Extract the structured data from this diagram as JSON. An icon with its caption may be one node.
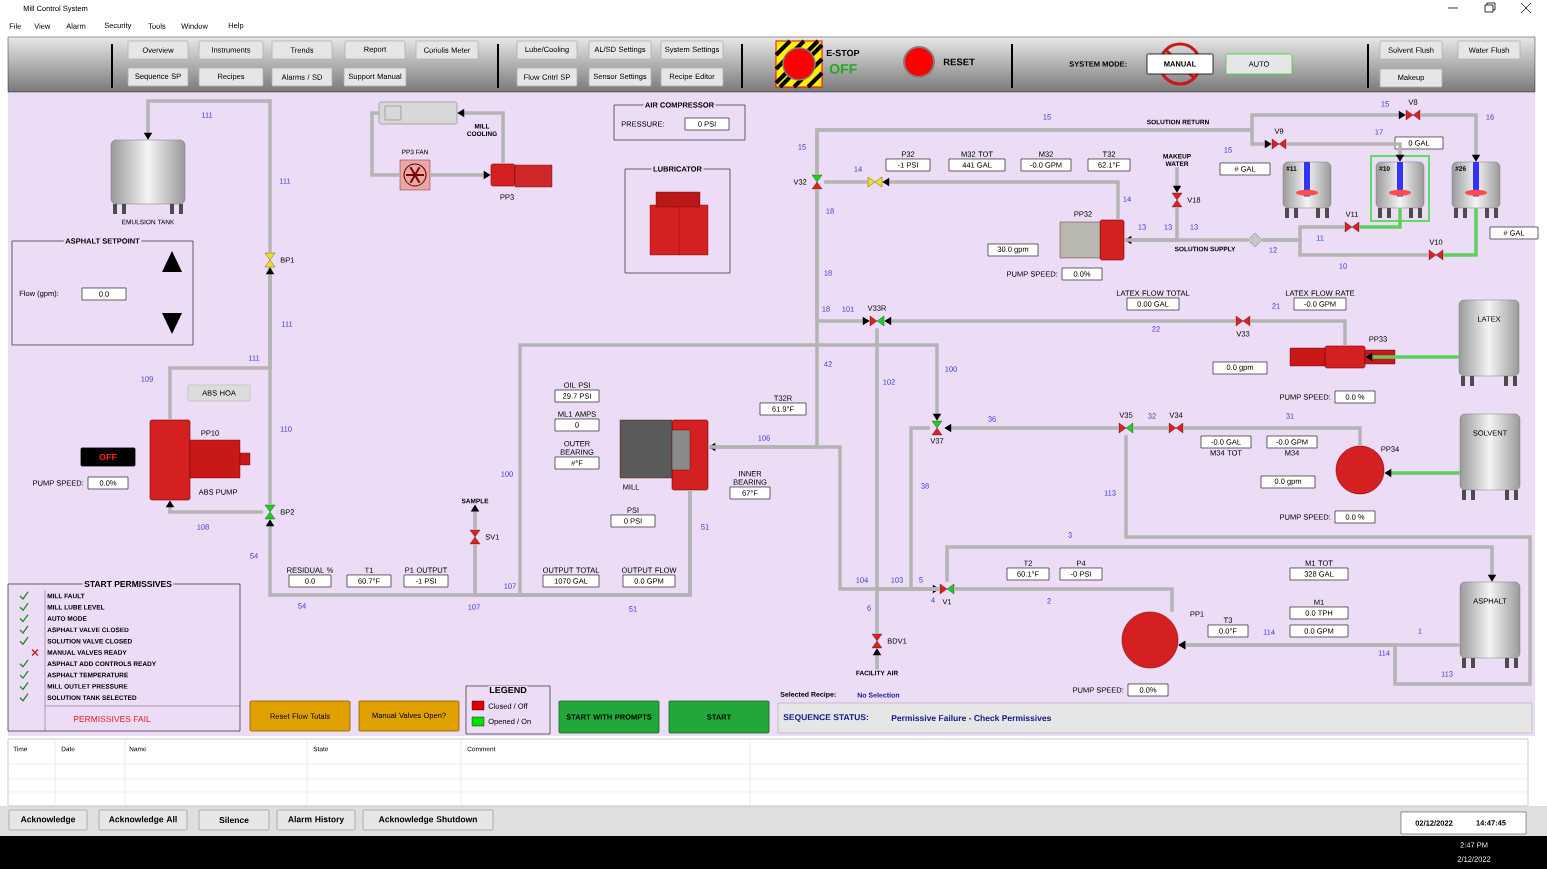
{
  "diagram": {
    "title": "Mill Control System",
    "nodes": [
      {
        "text": [
          "Overview"
        ]
      },
      {
        "text": [
          "Instruments"
        ]
      },
      {
        "text": [
          "Trends"
        ]
      },
      {
        "text": [
          "Report"
        ]
      },
      {
        "text": [
          "Coriolis Meter"
        ]
      },
      {
        "text": [
          "Sequence SP"
        ]
      },
      {
        "text": [
          "Recipes"
        ]
      },
      {
        "text": [
          "Alarms / SD"
        ]
      },
      {
        "text": [
          "Support Manual"
        ]
      },
      {
        "text": [
          "Lube/Cooling"
        ]
      },
      {
        "text": [
          "AL/SD Settings"
        ]
      },
      {
        "text": [
          "System Settings"
        ]
      },
      {
        "text": [
          "Flow Cntrl SP"
        ]
      },
      {
        "text": [
          "Sensor Settings"
        ]
      },
      {
        "text": [
          "Recipe Editor"
        ]
      },
      {
        "text": [
          "MANUAL"
        ]
      },
      {
        "text": [
          "AUTO"
        ]
      },
      {
        "text": [
          "Solvent Flush"
        ]
      },
      {
        "text": [
          "Water Flush"
        ]
      },
      {
        "text": [
          "Makeup"
        ]
      },
      {
        "text": [
          "AIR COMPRESSOR",
          "PRESSURE:"
        ]
      },
      {
        "text": [
          "0 PSI"
        ],
        "in": 20
      },
      {
        "text": [
          "LUBRICATOR"
        ]
      },
      {
        "text": [
          "ASPHALT SETPOINT",
          "Flow (gpm):"
        ]
      },
      {
        "text": [
          "0.0"
        ],
        "in": 23
      },
      {
        "text": [
          "START PERMISSIVES",
          "MILL FAULT",
          "MILL LUBE LEVEL",
          "AUTO MODE",
          "ASPHALT VALVE CLOSED",
          "SOLUTION VALVE CLOSED",
          "MANUAL VALVES READY",
          "ASPHALT ADD CONTROLS READY",
          "ASPHALT TEMPERATURE",
          "MILL OUTLET PRESSURE",
          "SOLUTION TANK SELECTED",
          "PERMISSIVES FAIL"
        ]
      },
      {
        "text": [
          "Reset Flow Totals"
        ]
      },
      {
        "text": [
          "Manual Valves Open?"
        ]
      },
      {
        "text": [
          "START WITH PROMPTS"
        ]
      },
      {
        "text": [
          "START"
        ]
      },
      {
        "text": [
          "SEQUENCE STATUS:",
          "Permissive Failure - Check Permissives"
        ]
      },
      {
        "text": [
          "Acknowledge"
        ]
      },
      {
        "text": [
          "Acknowledge All"
        ]
      },
      {
        "text": [
          "Silence"
        ]
      },
      {
        "text": [
          "Alarm History"
        ]
      },
      {
        "text": [
          "Acknowledge Shutdown"
        ]
      },
      {
        "text": [
          "02/12/2022",
          "14:47:45"
        ]
      },
      {
        "text": [
          "EMULSION TANK"
        ]
      },
      {
        "text": [
          "BP1"
        ]
      },
      {
        "text": [
          "PP10",
          "ABS PUMP"
        ]
      },
      {
        "text": [
          "OFF"
        ]
      },
      {
        "text": [
          "ABS HOA"
        ]
      },
      {
        "text": [
          "PUMP SPEED:",
          "0.0%"
        ]
      },
      {
        "text": [
          "BP2"
        ]
      },
      {
        "text": [
          "SV1"
        ]
      },
      {
        "text": [
          "SAMPLE"
        ]
      },
      {
        "text": [
          "RESIDUAL %",
          "0.0"
        ]
      },
      {
        "text": [
          "T1",
          "60.7°F"
        ]
      },
      {
        "text": [
          "P1 OUTPUT",
          "-1 PSI"
        ]
      },
      {
        "text": [
          "OUTPUT TOTAL",
          "1070 GAL"
        ]
      },
      {
        "text": [
          "OUTPUT FLOW",
          "0.0 GPM"
        ]
      },
      {
        "text": [
          "MILL"
        ]
      },
      {
        "text": [
          "OIL PSI",
          "29.7 PSI"
        ]
      },
      {
        "text": [
          "ML1 AMPS",
          "0"
        ]
      },
      {
        "text": [
          "OUTER BEARING",
          "#°F"
        ]
      },
      {
        "text": [
          "PSI",
          "0 PSI"
        ]
      },
      {
        "text": [
          "INNER BEARING",
          "67°F"
        ]
      },
      {
        "text": [
          "T32R",
          "61.9°F"
        ]
      },
      {
        "text": [
          "PP3 FAN"
        ]
      },
      {
        "text": [
          "MILL COOLING"
        ]
      },
      {
        "text": [
          "PP3"
        ]
      },
      {
        "text": [
          "V32"
        ]
      },
      {
        "text": [],
        "shape": "valve"
      },
      {
        "text": [
          "P32",
          "-1 PSI"
        ]
      },
      {
        "text": [
          "M32 TOT",
          "441 GAL"
        ]
      },
      {
        "text": [
          "M32",
          "-0.0 GPM"
        ]
      },
      {
        "text": [
          "T32",
          "62.1°F"
        ]
      },
      {
        "text": [
          "PP32"
        ]
      },
      {
        "text": [
          "30.0 gpm"
        ]
      },
      {
        "text": [
          "PUMP SPEED:",
          "0.0%"
        ]
      },
      {
        "text": [
          "MAKEUP WATER"
        ]
      },
      {
        "text": [
          "V18"
        ]
      },
      {
        "text": [],
        "shape": "strainer"
      },
      {
        "text": [
          "V11"
        ]
      },
      {
        "text": [
          "V10"
        ]
      },
      {
        "text": [
          "V9"
        ]
      },
      {
        "text": [
          "V8"
        ]
      },
      {
        "text": [
          "#11"
        ]
      },
      {
        "text": [
          "#10"
        ]
      },
      {
        "text": [
          "#26"
        ]
      },
      {
        "text": [
          "# GAL"
        ]
      },
      {
        "text": [
          "0 GAL"
        ]
      },
      {
        "text": [
          "# GAL"
        ]
      },
      {
        "text": [
          "V33R"
        ]
      },
      {
        "text": [
          "LATEX FLOW TOTAL",
          "0.00 GAL"
        ]
      },
      {
        "text": [
          "V33"
        ]
      },
      {
        "text": [
          "LATEX FLOW RATE",
          "-0.0 GPM"
        ]
      },
      {
        "text": [
          "PP33"
        ]
      },
      {
        "text": [
          "0.0 gpm"
        ]
      },
      {
        "text": [
          "PUMP SPEED:",
          "0.0 %"
        ]
      },
      {
        "text": [
          "LATEX"
        ]
      },
      {
        "text": [
          "V37"
        ]
      },
      {
        "text": [
          "V35"
        ]
      },
      {
        "text": [
          "V34"
        ]
      },
      {
        "text": [
          "-0.0 GAL",
          "M34 TOT"
        ]
      },
      {
        "text": [
          "-0.0 GPM",
          "M34"
        ]
      },
      {
        "text": [
          "PP34"
        ]
      },
      {
        "text": [
          "0.0 gpm"
        ]
      },
      {
        "text": [
          "PUMP SPEED:",
          "0.0 %"
        ]
      },
      {
        "text": [
          "SOLVENT"
        ]
      },
      {
        "text": [
          "V1"
        ]
      },
      {
        "text": [
          "T2",
          "60.1°F"
        ]
      },
      {
        "text": [
          "P4",
          "-0 PSI"
        ]
      },
      {
        "text": [
          "PP1"
        ]
      },
      {
        "text": [
          "T3",
          "0.0°F"
        ]
      },
      {
        "text": [
          "M1 TOT",
          "328 GAL"
        ]
      },
      {
        "text": [
          "M1",
          "0.0 TPH"
        ]
      },
      {
        "text": [
          "0.0 GPM"
        ]
      },
      {
        "text": [
          "PUMP SPEED:",
          "0.0%"
        ]
      },
      {
        "text": [
          "ASPHALT"
        ]
      },
      {
        "text": [
          "BDV1"
        ]
      },
      {
        "text": [
          "FACILITY AIR"
        ]
      }
    ],
    "edges": [
      {
        "from": 38,
        "to": 37,
        "arrow": "to"
      },
      {
        "from": 43,
        "to": 38,
        "arrow": "none"
      },
      {
        "from": 39,
        "to": 38,
        "arrow": "to"
      },
      {
        "from": 43,
        "to": 39,
        "arrow": "to"
      },
      {
        "from": 51,
        "to": 43,
        "arrow": "to"
      },
      {
        "from": 51,
        "to": 44,
        "arrow": "none"
      },
      {
        "from": 44,
        "to": 45,
        "arrow": "to"
      },
      {
        "from": 60,
        "to": 59,
        "arrow": "to"
      },
      {
        "from": 59,
        "to": 58,
        "arrow": "none"
      },
      {
        "from": 58,
        "to": 60,
        "arrow": "to"
      },
      {
        "from": 51,
        "to": 91,
        "arrow": "to"
      },
      {
        "from": 92,
        "to": 91,
        "arrow": "to"
      },
      {
        "from": 91,
        "to": 100,
        "arrow": "to"
      },
      {
        "from": 93,
        "to": 92,
        "arrow": "none"
      },
      {
        "from": 96,
        "to": 93,
        "arrow": "none"
      },
      {
        "from": 99,
        "to": 96,
        "arrow": "to",
        "color": "#5ccf5c"
      },
      {
        "from": 92,
        "to": 103,
        "arrow": "to"
      },
      {
        "from": 109,
        "to": 103,
        "arrow": "to"
      },
      {
        "from": 103,
        "to": 100,
        "arrow": "none"
      },
      {
        "from": 100,
        "to": 109,
        "arrow": "to"
      },
      {
        "from": 111,
        "to": 110,
        "arrow": "to"
      },
      {
        "from": 110,
        "to": 100,
        "arrow": "none"
      },
      {
        "from": 83,
        "to": 100,
        "arrow": "none"
      },
      {
        "from": 100,
        "to": 51,
        "arrow": "to"
      },
      {
        "from": 85,
        "to": 83,
        "arrow": "to"
      },
      {
        "from": 87,
        "to": 85,
        "arrow": "none"
      },
      {
        "from": 90,
        "to": 87,
        "arrow": "to",
        "color": "#5ccf5c"
      },
      {
        "from": 61,
        "to": 83,
        "arrow": "to"
      },
      {
        "from": 67,
        "to": 62,
        "arrow": "to"
      },
      {
        "from": 62,
        "to": 61,
        "arrow": "none"
      },
      {
        "from": 61,
        "to": 76,
        "arrow": "to",
        "label": "SOLUTION RETURN"
      },
      {
        "from": 61,
        "to": 75,
        "arrow": "to"
      },
      {
        "from": 76,
        "to": 79,
        "arrow": "to"
      },
      {
        "from": 75,
        "to": 78,
        "arrow": "to"
      },
      {
        "from": 78,
        "to": 73,
        "arrow": "none",
        "color": "#5ccf5c"
      },
      {
        "from": 79,
        "to": 74,
        "arrow": "none",
        "color": "#5ccf5c"
      },
      {
        "from": 73,
        "to": 72,
        "arrow": "none"
      },
      {
        "from": 74,
        "to": 72,
        "arrow": "none"
      },
      {
        "from": 72,
        "to": 67,
        "arrow": "to",
        "label": "SOLUTION SUPPLY"
      },
      {
        "from": 70,
        "to": 71,
        "arrow": "to"
      },
      {
        "from": 71,
        "to": 67,
        "arrow": "none"
      },
      {
        "from": 61,
        "to": 51,
        "arrow": "none"
      }
    ],
    "labels": [
      "File",
      "View",
      "Alarm",
      "Security",
      "Tools",
      "Window",
      "Help",
      "E-STOP",
      "OFF",
      "RESET",
      "SYSTEM MODE:",
      "111",
      "111",
      "111",
      "111",
      "109",
      "110",
      "108",
      "54",
      "54",
      "107",
      "107",
      "51",
      "51",
      "100",
      "106",
      "100",
      "102",
      "42",
      "18",
      "101",
      "18",
      "18",
      "15",
      "15",
      "14",
      "14",
      "13",
      "13",
      "13",
      "12",
      "11",
      "10",
      "15",
      "17",
      "15",
      "16",
      "22",
      "21",
      "36",
      "32",
      "31",
      "38",
      "113",
      "3",
      "104",
      "103",
      "5",
      "4",
      "6",
      "2",
      "114",
      "1",
      "114",
      "113",
      "LEGEND",
      "Selected Recipe:",
      "No Selection",
      "Time",
      "Date",
      "Name",
      "State",
      "Comment",
      "2:47 PM",
      "2/12/2022"
    ],
    "legend": [
      {
        "text": "Closed / Off",
        "color": "#e00000"
      },
      {
        "text": "Opened / On",
        "color": "#00e000"
      }
    ]
  }
}
